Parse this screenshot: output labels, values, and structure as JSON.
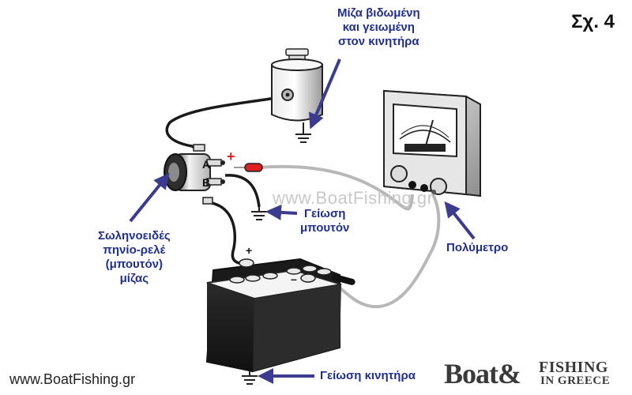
{
  "figure_label": "Σχ. 4",
  "watermark": "www.BoatFishing.gr",
  "footer_url": "www.BoatFishing.gr",
  "logo": {
    "main": "Boat&",
    "line1": "FISHING",
    "line2": "IN GREECE"
  },
  "labels": {
    "starter": [
      "Μίζα βιδωμένη",
      "και γειωμένη",
      "στον κινητήρα"
    ],
    "solenoid": [
      "Σωληνοειδές",
      "πηνίο-ρελέ",
      "(μπουτόν)",
      "μίζας"
    ],
    "button_ground": [
      "Γείωση",
      "μπουτόν"
    ],
    "multimeter": "Πολύμετρο",
    "engine_ground": "Γείωση κινητήρα"
  },
  "terminals": {
    "a": "A",
    "b": "B",
    "plus": "+",
    "minus": "–"
  },
  "colors": {
    "label_blue": "#1f2e8f",
    "arrow_blue": "#3b3c8f",
    "probe_red": "#e02020",
    "probe_lead": "#b8b8b8"
  }
}
